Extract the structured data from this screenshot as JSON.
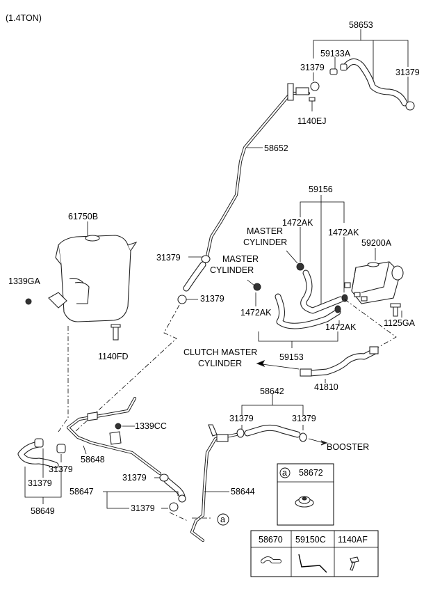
{
  "header": {
    "variant": "(1.4TON)"
  },
  "labels": {
    "p58653": "58653",
    "p59133A": "59133A",
    "p31379_a": "31379",
    "p31379_b": "31379",
    "p1140EJ": "1140EJ",
    "p58652": "58652",
    "p59156": "59156",
    "p1472AK_a": "1472AK",
    "p1472AK_b": "1472AK",
    "master_cyl_1a": "MASTER",
    "master_cyl_1b": "CYLINDER",
    "p59200A": "59200A",
    "p61750B": "61750B",
    "p31379_c": "31379",
    "master_cyl_2a": "MASTER",
    "master_cyl_2b": "CYLINDER",
    "p1339GA": "1339GA",
    "p31379_d": "31379",
    "p1472AK_c": "1472AK",
    "p1472AK_d": "1472AK",
    "p1125GA": "1125GA",
    "p1140FD": "1140FD",
    "clutch_a": "CLUTCH MASTER",
    "clutch_b": "CYLINDER",
    "p59153": "59153",
    "p41810": "41810",
    "p58642": "58642",
    "p31379_e": "31379",
    "p31379_f": "31379",
    "p1339CC": "1339CC",
    "booster": "BOOSTER",
    "p58648": "58648",
    "p31379_g": "31379",
    "p31379_h": "31379",
    "p31379_i": "31379",
    "p58647": "58647",
    "p58644": "58644",
    "p58649": "58649",
    "p31379_j": "31379",
    "ref_a_marker": "a",
    "ref_a_box_marker": "a",
    "p58672": "58672"
  },
  "parts_table": {
    "headers": [
      "58670",
      "59150C",
      "1140AF"
    ]
  }
}
